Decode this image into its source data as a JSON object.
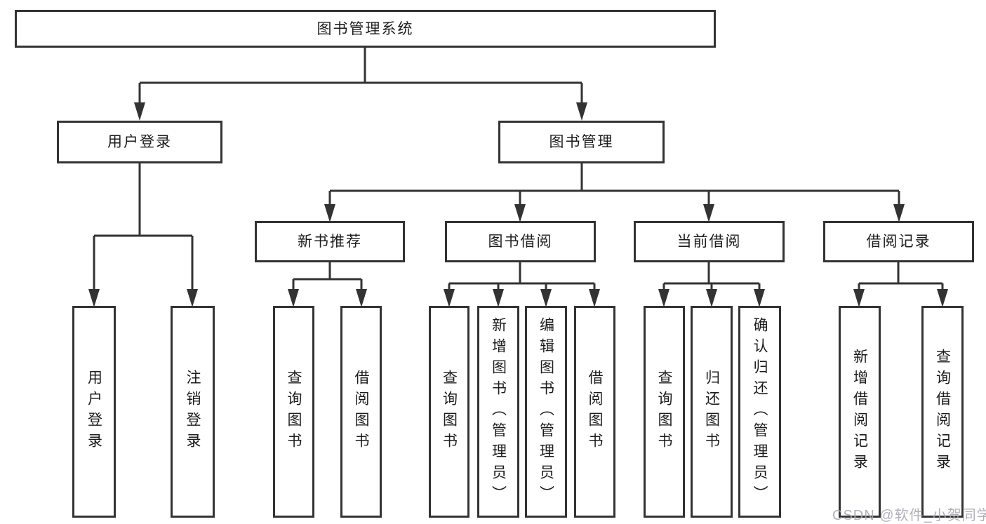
{
  "tree": {
    "label": "图书管理系统",
    "children": [
      {
        "label": "用户登录",
        "children": [
          {
            "label": "用户登录"
          },
          {
            "label": "注销登录"
          }
        ]
      },
      {
        "label": "图书管理",
        "children": [
          {
            "label": "新书推荐",
            "children": [
              {
                "label": "查询图书"
              },
              {
                "label": "借阅图书"
              }
            ]
          },
          {
            "label": "图书借阅",
            "children": [
              {
                "label": "查询图书"
              },
              {
                "label": "新增图书（管理员）"
              },
              {
                "label": "编辑图书（管理员）"
              },
              {
                "label": "借阅图书"
              }
            ]
          },
          {
            "label": "当前借阅",
            "children": [
              {
                "label": "查询图书"
              },
              {
                "label": "归还图书"
              },
              {
                "label": "确认归还（管理员）"
              }
            ]
          },
          {
            "label": "借阅记录",
            "children": [
              {
                "label": "新增借阅记录"
              },
              {
                "label": "查询借阅记录"
              }
            ]
          }
        ]
      }
    ]
  },
  "watermark": {
    "text": "CSDN @软件_小贺同学"
  },
  "colors": {
    "line": "#333333",
    "box_background": "#ffffff",
    "text": "#1c1c1c",
    "watermark": "#a7a7b2"
  }
}
